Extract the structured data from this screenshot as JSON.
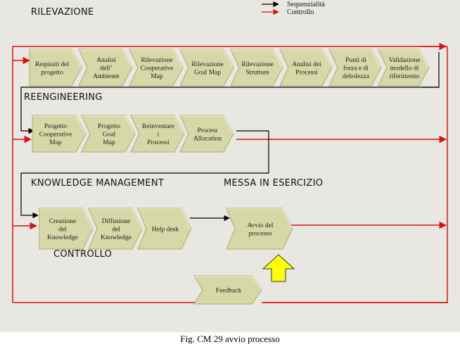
{
  "legend": {
    "sequence_label": "Sequenzialità",
    "control_label": "Controllo"
  },
  "sections": {
    "rilevazione": "RILEVAZIONE",
    "reengineering": "REENGINEERING",
    "knowledge": "KNOWLEDGE MANAGEMENT",
    "messa": "MESSA IN ESERCIZIO",
    "controllo": "CONTROLLO"
  },
  "rows": {
    "rilevazione": [
      [
        "Requisiti del",
        "progetto"
      ],
      [
        "Analisi",
        "dell’",
        "Ambiente"
      ],
      [
        "Rilevazione",
        "Cooperative",
        "Map"
      ],
      [
        "Rilevazione",
        "Goal Map"
      ],
      [
        "Rilevazione",
        "Strutture"
      ],
      [
        "Analisi dei",
        "Processi"
      ],
      [
        "Punti di",
        "forza e di",
        "debolezza"
      ],
      [
        "Validazione",
        "modello di",
        "riferimento"
      ]
    ],
    "reengineering": [
      [
        "Progetto",
        "Cooperative",
        "Map"
      ],
      [
        "Progetto",
        "Goal",
        "Map"
      ],
      [
        "Reinventare",
        "i",
        "Processi"
      ],
      [
        "Process",
        "Allocation"
      ]
    ],
    "knowledge": [
      [
        "Creazione",
        "del",
        "Knowledge"
      ],
      [
        "Diffusione",
        "del",
        "Knowledge"
      ],
      [
        "Help desk"
      ]
    ],
    "avvio": [
      "Avvio del",
      "processo"
    ],
    "feedback": [
      "Feedback"
    ]
  },
  "colors": {
    "background": "#e9e7e1",
    "box_fill": "#d6d9a7",
    "box_light": "#e8ebc2",
    "box_dark": "#a9ad72",
    "control_red": "#dd1111",
    "sequence_black": "#000000",
    "up_arrow_yellow": "#ffff00"
  },
  "caption": "Fig. CM 29 avvio processo"
}
